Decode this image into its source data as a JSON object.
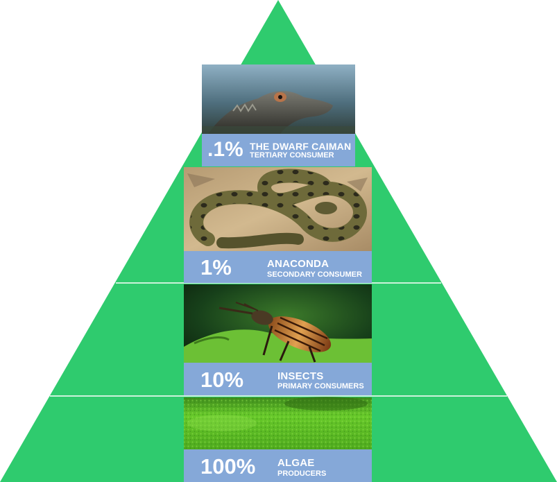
{
  "colors": {
    "pyramid_green": "#2fcb6e",
    "divider": "#ffffff",
    "label_bg": "#85a8d8",
    "label_text": "#ffffff"
  },
  "levels": [
    {
      "percent": ".1%",
      "name": "THE DWARF CAIMAN",
      "role": "TERTIARY CONSUMER",
      "image": "dwarf-caiman-photo"
    },
    {
      "percent": "1%",
      "name": "ANACONDA",
      "role": "SECONDARY CONSUMER",
      "image": "anaconda-photo"
    },
    {
      "percent": "10%",
      "name": "INSECTS",
      "role": "PRIMARY CONSUMERS",
      "image": "weevil-insect-photo"
    },
    {
      "percent": "100%",
      "name": "ALGAE",
      "role": "PRODUCERS",
      "image": "green-algae-photo"
    }
  ]
}
